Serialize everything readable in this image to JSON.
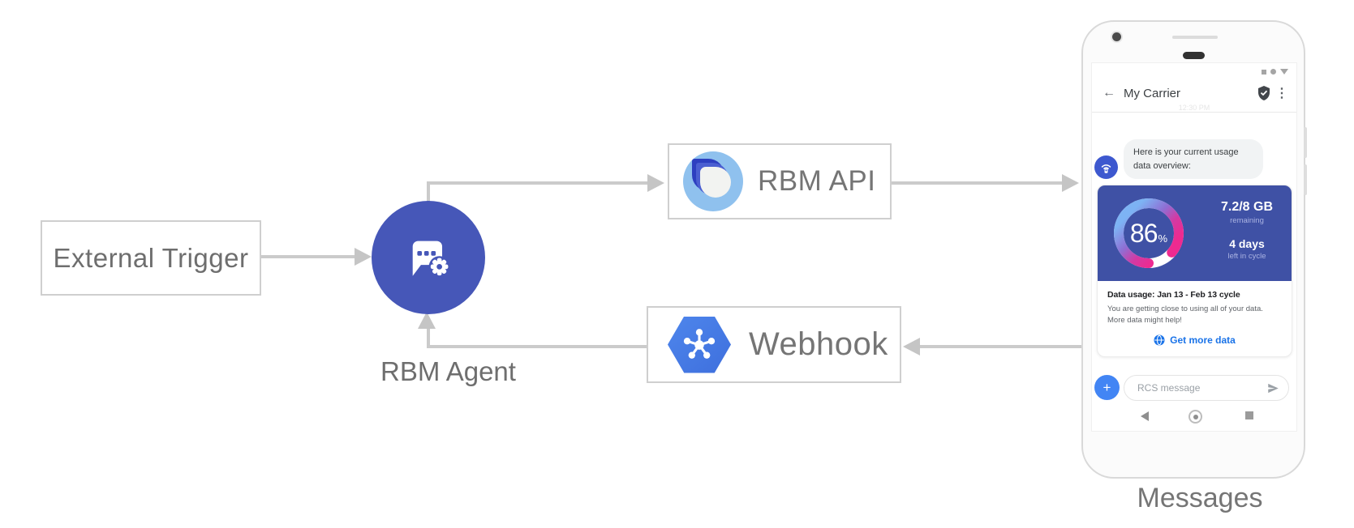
{
  "diagram": {
    "external_trigger": {
      "label": "External Trigger"
    },
    "rbm_agent": {
      "label": "RBM Agent"
    },
    "rbm_api": {
      "label": "RBM API"
    },
    "webhook": {
      "label": "Webhook"
    },
    "messages_caption": "Messages"
  },
  "phone": {
    "header": {
      "back_icon": "←",
      "title": "My Carrier",
      "menu_icon": "⋮"
    },
    "time_faint": "12:30 PM",
    "message_bubble": {
      "line1": "Here is your current usage",
      "line2": "data overview:"
    },
    "usage_card": {
      "percent": "86",
      "percent_sign": "%",
      "remaining_value": "7.2/8 GB",
      "remaining_label": "remaining",
      "days_value": "4 days",
      "days_label": "left in cycle",
      "title": "Data usage: Jan 13 - Feb 13 cycle",
      "body_line1": "You are getting close to using all of your data.",
      "body_line2": "More data might help!",
      "action_label": "Get more data"
    },
    "compose": {
      "plus_icon": "+",
      "placeholder": "RCS message"
    }
  },
  "chart_data": {
    "type": "donut-gauge",
    "value": 86,
    "max": 100,
    "center_label": "86%",
    "gradient_colors": [
      "#7db3f4",
      "#8e6fd4",
      "#d23aa4",
      "#ee2a90"
    ],
    "track_color": "#ffffff",
    "context": {
      "remaining": "7.2/8 GB",
      "days_left": "4 days"
    }
  },
  "colors": {
    "agent_circle": "#4657b8",
    "card_blue": "#3f51a5",
    "link_blue": "#1a73e8",
    "google_blue": "#4285f4",
    "arrow_gray": "#c5c5c5"
  }
}
